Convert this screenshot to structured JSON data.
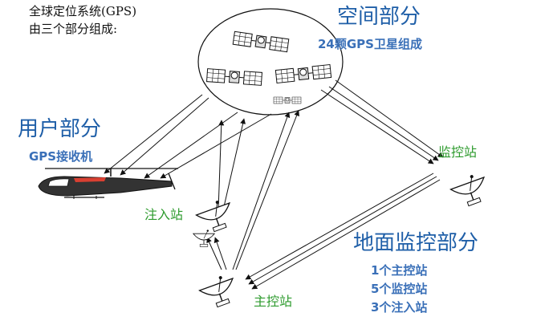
{
  "intro": {
    "line1": "全球定位系统(GPS)",
    "line2": "由三个部分组成:"
  },
  "space_segment": {
    "title": "空间部分",
    "subtitle": "24颗GPS卫星组成"
  },
  "user_segment": {
    "title": "用户部分",
    "subtitle": "GPS接收机"
  },
  "ground_segment": {
    "title": "地面监控部分",
    "items": [
      "1个主控站",
      "5个监控站",
      "3个注入站"
    ]
  },
  "stations": {
    "monitor": "监控站",
    "injection": "注入站",
    "master": "主控站"
  },
  "colors": {
    "title_blue": "#1f5fa8",
    "subtitle_blue": "#3a70b8",
    "station_green": "#2e9b2e",
    "line": "#111111"
  },
  "icons": [
    "satellite-icon",
    "helicopter-icon",
    "dish-antenna-icon"
  ]
}
